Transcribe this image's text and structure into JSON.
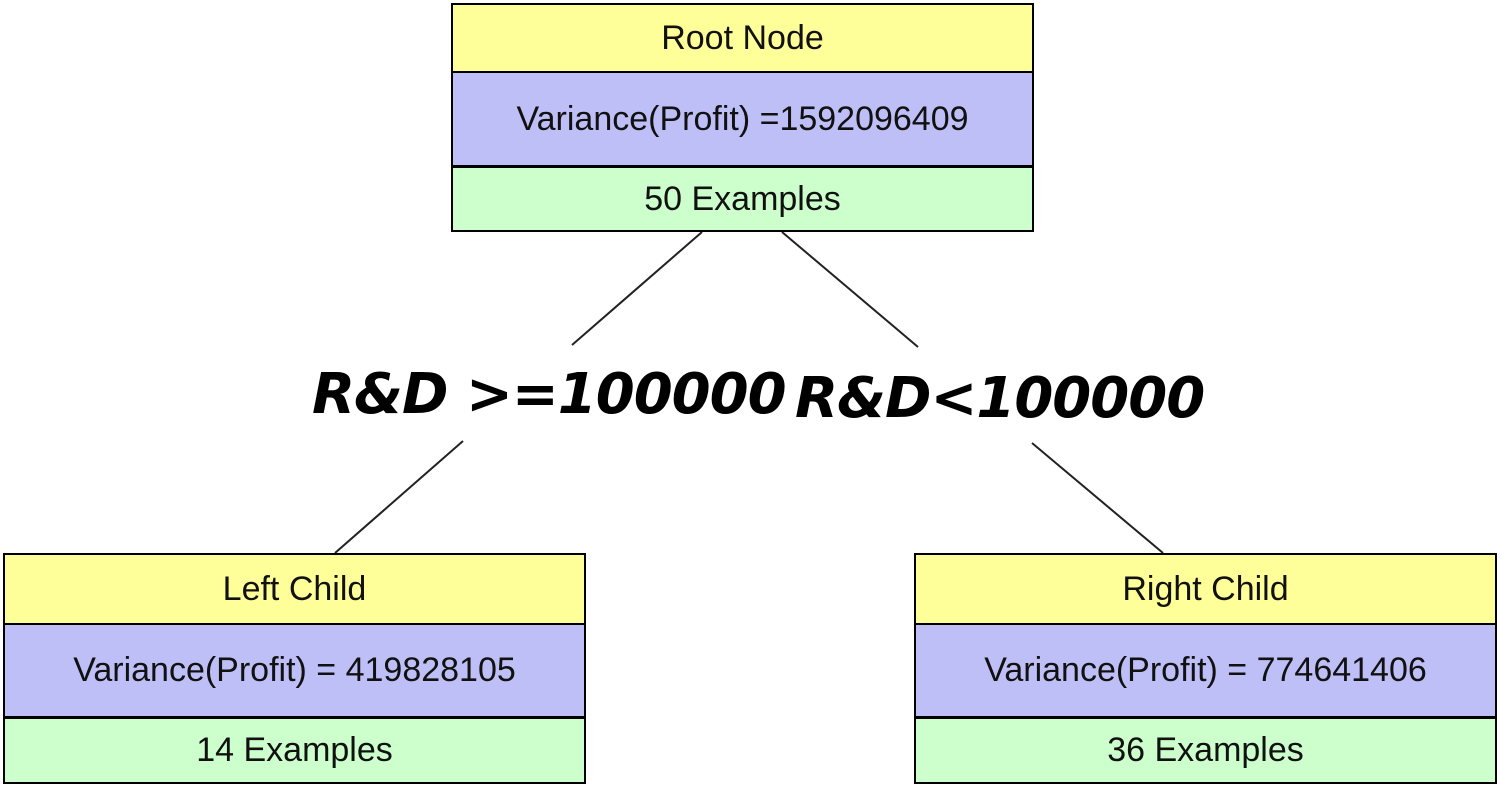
{
  "root": {
    "title": "Root Node",
    "variance": "Variance(Profit) =1592096409",
    "examples": "50 Examples"
  },
  "left_child": {
    "title": "Left Child",
    "variance": "Variance(Profit) = 419828105",
    "examples": "14 Examples"
  },
  "right_child": {
    "title": "Right Child",
    "variance": "Variance(Profit) = 774641406",
    "examples": "36 Examples"
  },
  "splits": {
    "left": "R&D >=100000",
    "right": "R&D<100000"
  },
  "colors": {
    "header": "#ffff99",
    "variance": "#bfbff7",
    "examples": "#ccffcc"
  }
}
